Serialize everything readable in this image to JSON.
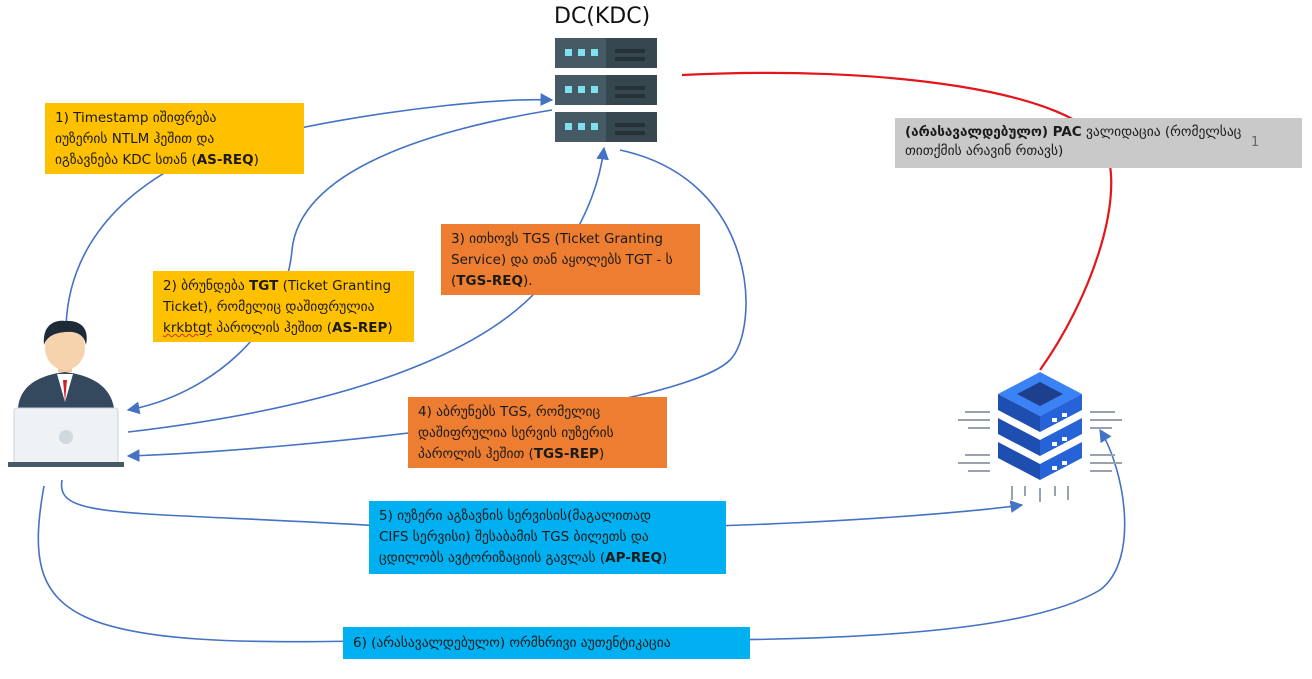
{
  "dc_title": "DC(KDC)",
  "steps": {
    "s1": {
      "line1": "1) Timestamp იშიფრება",
      "line2": "იუზერის NTLM ჰეშით და",
      "line3_a": "იგზავნება KDC სთან (",
      "line3_b": "AS-REQ",
      "line3_c": ")"
    },
    "s2": {
      "line1_a": "2) ბრუნდება ",
      "line1_b": "TGT",
      "line1_c": " (Ticket Granting",
      "line2": "Ticket), რომელიც დაშიფრულია",
      "line3_a": "krkbtgt",
      "line3_b": " პაროლის ჰეშით (",
      "line3_c": "AS-REP",
      "line3_d": ")"
    },
    "s3": {
      "line1": "3) ითხოვს TGS (Ticket Granting",
      "line2": "Service) და თან აყოლებს TGT - ს",
      "line3_a": "(",
      "line3_b": "TGS-REQ",
      "line3_c": ")."
    },
    "s4": {
      "line1": "4) აბრუნებს TGS, რომელიც",
      "line2": "დაშიფრულია სერვის იუზერის",
      "line3_a": "პაროლის ჰეშით (",
      "line3_b": "TGS-REP",
      "line3_c": ")"
    },
    "s5": {
      "line1": "5) იუზერი აგზავნის სერვისის(მაგალითად",
      "line2": "CIFS სერვისი) შესაბამის TGS ბილეთს და",
      "line3_a": "ცდილობს ავტორიზაციის გავლას (",
      "line3_b": "AP-REQ",
      "line3_c": ")"
    },
    "s6": {
      "line1": "6) (არასავალდებულო) ორმხრივი აუთენტიკაცია"
    }
  },
  "pac_note": {
    "line1_a": "(არასავალდებულო) PAC",
    "line1_b": " ვალიდაცია (რომელსაც",
    "line2": "თითქმის არავინ რთავს)"
  },
  "stray_mark": "1",
  "colors": {
    "curve_blue": "#4472c4",
    "curve_red": "#e3161c",
    "server_dark": "#37474f",
    "server_blue": "#2f6fdb"
  },
  "icons": {
    "server": "dc-server-icon",
    "user": "user-laptop-icon",
    "service": "service-server-icon"
  }
}
